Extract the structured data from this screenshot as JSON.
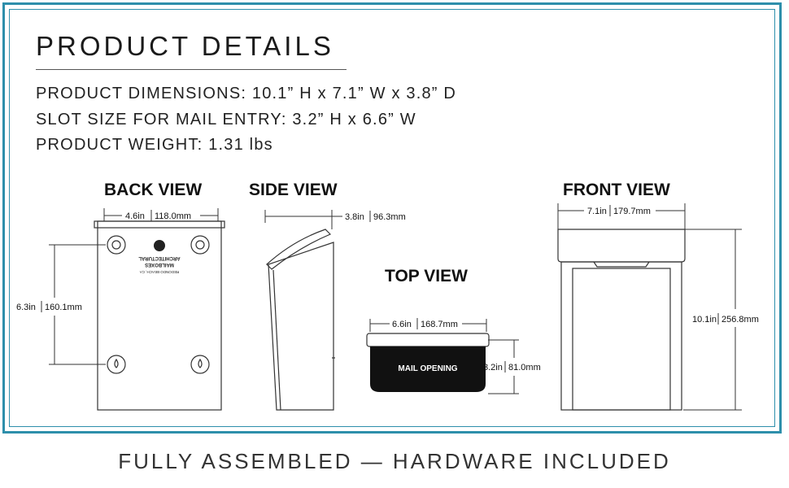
{
  "header": {
    "title": "PRODUCT DETAILS"
  },
  "specs": [
    {
      "label": "PRODUCT DIMENSIONS:",
      "value": "10.1” H x 7.1” W x 3.8” D"
    },
    {
      "label": "SLOT SIZE FOR MAIL ENTRY:",
      "value": "3.2” H x 6.6” W"
    },
    {
      "label": "PRODUCT WEIGHT:",
      "value": "1.31 lbs"
    }
  ],
  "views": {
    "back": {
      "title": "BACK VIEW",
      "width_in": "4.6in",
      "width_mm": "118.0mm",
      "height_in": "6.3in",
      "height_mm": "160.1mm",
      "logo_lines": [
        "ARCHITECTURAL",
        "MAILBOXES",
        "REDONDO BEACH, CA"
      ]
    },
    "side": {
      "title": "SIDE VIEW",
      "depth_in": "3.8in",
      "depth_mm": "96.3mm"
    },
    "top": {
      "title": "TOP VIEW",
      "width_in": "6.6in",
      "width_mm": "168.7mm",
      "height_in": "3.2in",
      "height_mm": "81.0mm",
      "slot_label": "MAIL OPENING"
    },
    "front": {
      "title": "FRONT VIEW",
      "width_in": "7.1in",
      "width_mm": "179.7mm",
      "height_in": "10.1in",
      "height_mm": "256.8mm"
    }
  },
  "footer": {
    "text": "FULLY ASSEMBLED — HARDWARE INCLUDED"
  }
}
